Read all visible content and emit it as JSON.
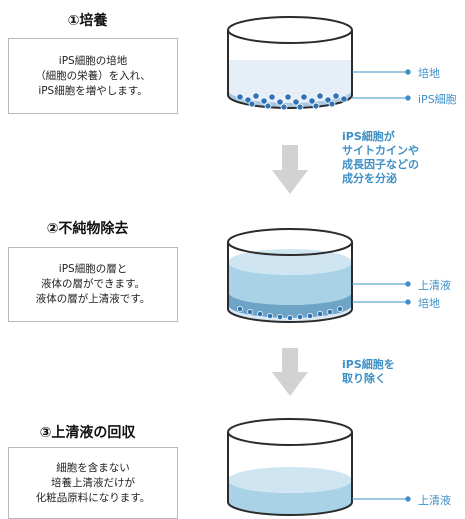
{
  "steps": [
    {
      "title": "①培養",
      "lines": [
        "iPS細胞の培地",
        "（細胞の栄養）を入れ、",
        "iPS細胞を増やします。"
      ]
    },
    {
      "title": "②不純物除去",
      "lines": [
        "iPS細胞の層と",
        "液体の層ができます。",
        "液体の層が上清液です。"
      ]
    },
    {
      "title": "③上清液の回収",
      "lines": [
        "細胞を含まない",
        "培養上清液だけが",
        "化粧品原料になります。"
      ]
    }
  ],
  "arrow_notes": [
    {
      "lines": [
        "iPS細胞が",
        "サイトカインや",
        "成長因子などの",
        "成分を分泌"
      ]
    },
    {
      "lines": [
        "iPS細胞を",
        "取り除く"
      ]
    }
  ],
  "dish_labels": {
    "dish1": [
      "培地",
      "iPS細胞"
    ],
    "dish2": [
      "上清液",
      "培地"
    ],
    "dish3": [
      "上清液"
    ]
  },
  "colors": {
    "accent": "#3d8fc6",
    "medium_light": "#e6eef7",
    "supernatant": "#a9d2e6",
    "supernatant_dark": "#6ea5c6",
    "arrow": "#d2d2d2"
  }
}
